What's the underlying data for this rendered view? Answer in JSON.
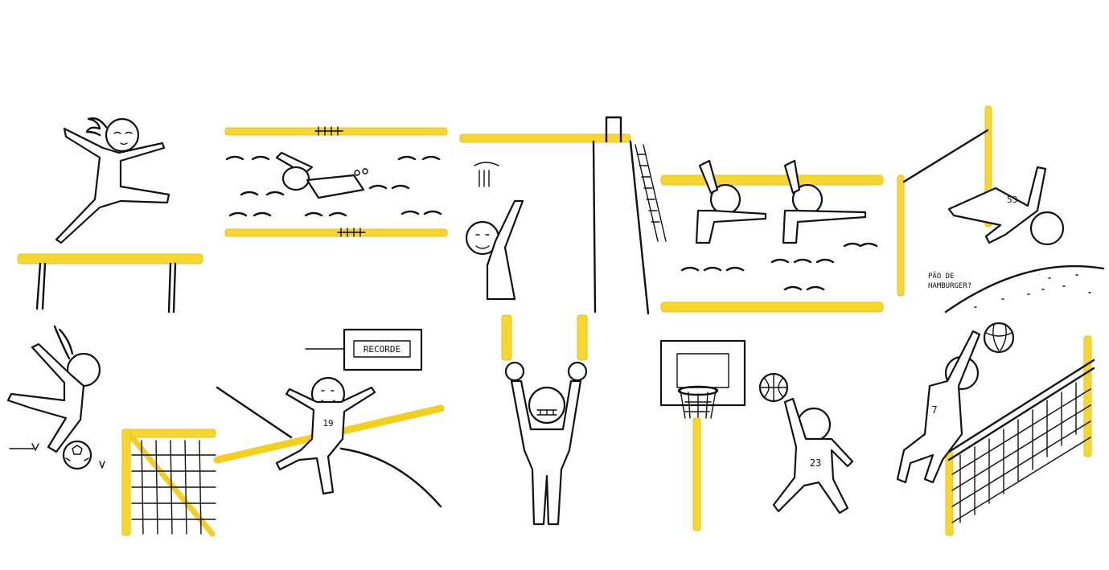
{
  "colors": {
    "accent": "#f6d631",
    "ink": "#111111",
    "background": "#ffffff"
  },
  "panels": [
    {
      "sport": "balance-beam"
    },
    {
      "sport": "swimming"
    },
    {
      "sport": "diving"
    },
    {
      "sport": "synchronized-swimming"
    },
    {
      "sport": "volleyball-dive"
    },
    {
      "sport": "football"
    },
    {
      "sport": "athletics"
    },
    {
      "sport": "rings"
    },
    {
      "sport": "basketball"
    },
    {
      "sport": "volleyball"
    }
  ],
  "labels": {
    "record_sign": "RECORDE",
    "runner_bib": "19",
    "dive_jersey": "53",
    "basketball_jersey": "23",
    "volleyball_jersey": "7",
    "speech_line1": "PÃO DE",
    "speech_line2": "HAMBURGER?"
  }
}
